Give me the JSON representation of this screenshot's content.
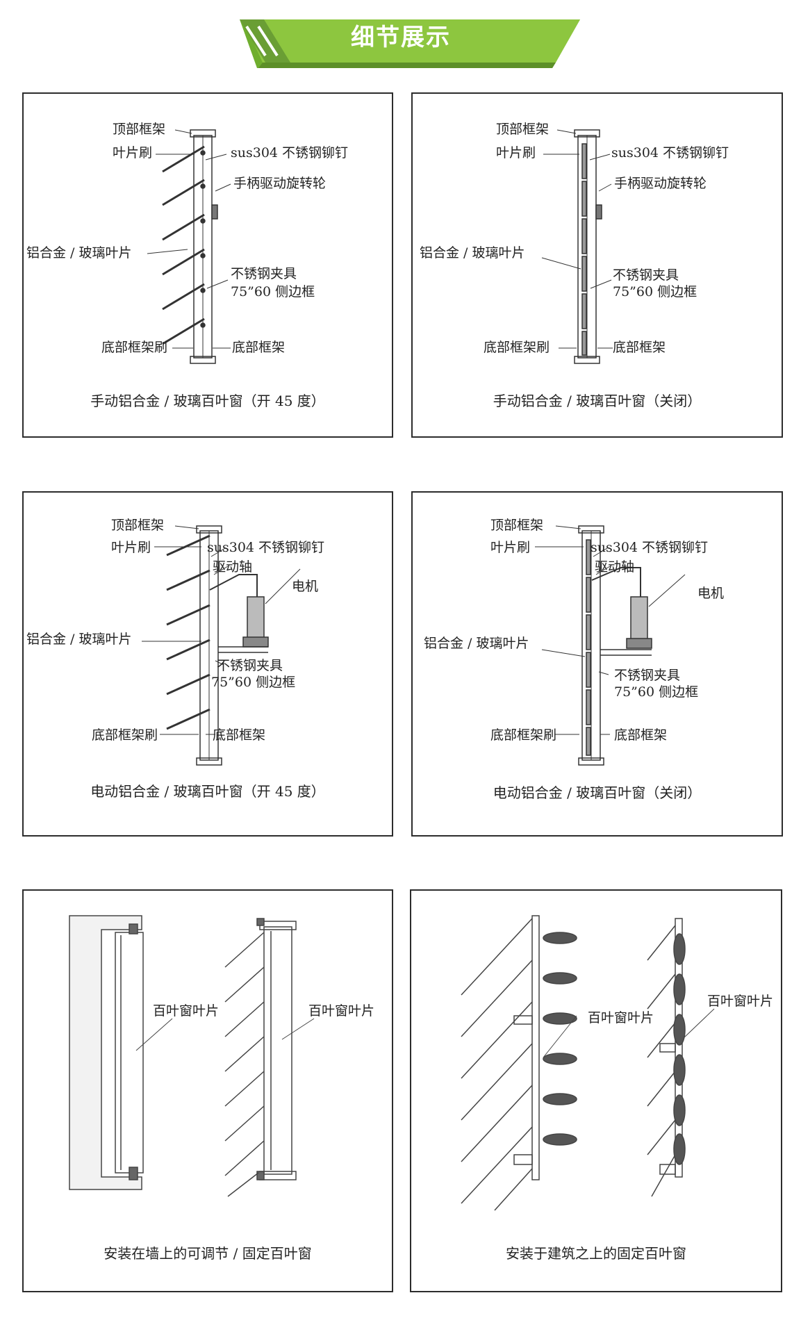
{
  "header": {
    "title": "细节展示",
    "accent_color": "#8dc63f"
  },
  "panels": [
    {
      "caption": "手动铝合金 / 玻璃百叶窗（开 45 度）",
      "labels": {
        "top_frame": "顶部框架",
        "blade_brush": "叶片刷",
        "rivet": "sus304 不锈钢铆钉",
        "handle_wheel": "手柄驱动旋转轮",
        "blade": "铝合金 / 玻璃叶片",
        "clamp": "不锈钢夹具",
        "side_frame": "75”60 侧边框",
        "bottom_brush": "底部框架刷",
        "bottom_frame": "底部框架"
      }
    },
    {
      "caption": "手动铝合金 / 玻璃百叶窗（关闭）",
      "labels": {
        "top_frame": "顶部框架",
        "blade_brush": "叶片刷",
        "rivet": "sus304 不锈钢铆钉",
        "handle_wheel": "手柄驱动旋转轮",
        "blade": "铝合金 / 玻璃叶片",
        "clamp": "不锈钢夹具",
        "side_frame": "75”60 侧边框",
        "bottom_brush": "底部框架刷",
        "bottom_frame": "底部框架"
      }
    },
    {
      "caption": "电动铝合金 / 玻璃百叶窗（开 45 度）",
      "labels": {
        "top_frame": "顶部框架",
        "blade_brush": "叶片刷",
        "rivet": "sus304 不锈钢铆钉",
        "drive_shaft": "驱动轴",
        "motor": "电机",
        "blade": "铝合金 / 玻璃叶片",
        "clamp": "不锈钢夹具",
        "side_frame": "75”60 侧边框",
        "bottom_brush": "底部框架刷",
        "bottom_frame": "底部框架"
      }
    },
    {
      "caption": "电动铝合金 / 玻璃百叶窗（关闭）",
      "labels": {
        "top_frame": "顶部框架",
        "blade_brush": "叶片刷",
        "rivet": "sus304 不锈钢铆钉",
        "drive_shaft": "驱动轴",
        "motor": "电机",
        "blade": "铝合金 / 玻璃叶片",
        "clamp": "不锈钢夹具",
        "side_frame": "75”60 侧边框",
        "bottom_brush": "底部框架刷",
        "bottom_frame": "底部框架"
      }
    },
    {
      "caption": "安装在墙上的可调节 / 固定百叶窗",
      "labels": {
        "louver_left": "百叶窗叶片",
        "louver_right": "百叶窗叶片"
      }
    },
    {
      "caption": "安装于建筑之上的固定百叶窗",
      "labels": {
        "louver_left": "百叶窗叶片",
        "louver_right": "百叶窗叶片"
      }
    }
  ]
}
